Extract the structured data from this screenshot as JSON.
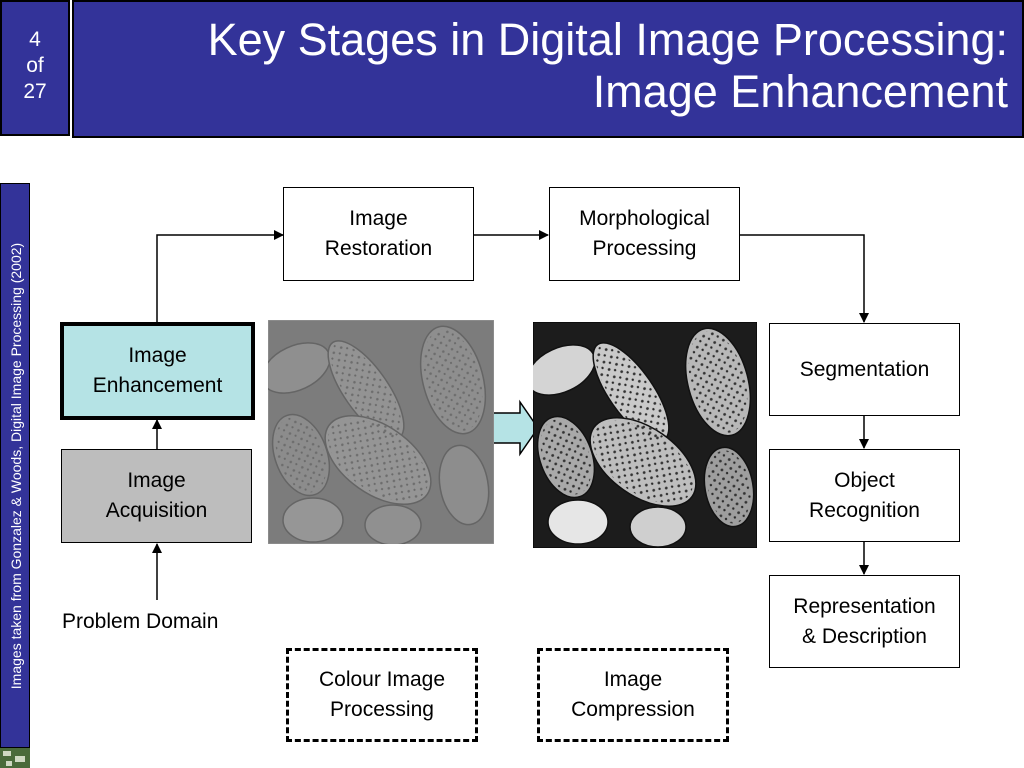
{
  "slide": {
    "page": {
      "current": "4",
      "of": "of",
      "total": "27"
    },
    "title": {
      "line1": "Key Stages in Digital Image Processing:",
      "line2": "Image Enhancement"
    },
    "side_credit": "Images taken from Gonzalez & Woods, Digital Image Processing (2002)"
  },
  "diagram": {
    "image_restoration": {
      "line1": "Image",
      "line2": "Restoration"
    },
    "morphological_processing": {
      "line1": "Morphological",
      "line2": "Processing"
    },
    "image_enhancement": {
      "line1": "Image",
      "line2": "Enhancement"
    },
    "segmentation": {
      "line1": "Segmentation"
    },
    "image_acquisition": {
      "line1": "Image",
      "line2": "Acquisition"
    },
    "object_recognition": {
      "line1": "Object",
      "line2": "Recognition"
    },
    "representation_description": {
      "line1": "Representation",
      "line2": "& Description"
    },
    "problem_domain": "Problem Domain",
    "colour_image_processing": {
      "line1": "Colour Image",
      "line2": "Processing"
    },
    "image_compression": {
      "line1": "Image",
      "line2": "Compression"
    }
  },
  "colors": {
    "header_blue": "#333399",
    "enhancement_fill": "#b5e3e5",
    "acquisition_fill": "#bdbdbd",
    "arrow_fill": "#b5e3e5"
  }
}
